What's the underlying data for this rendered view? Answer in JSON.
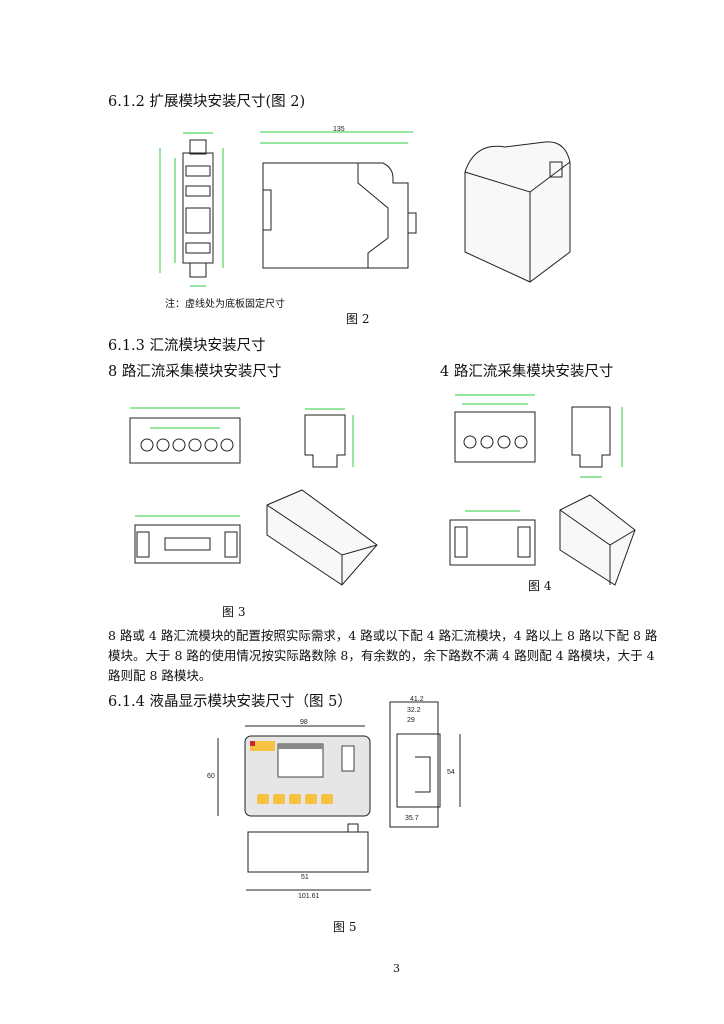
{
  "sections": {
    "s612": "6.1.2 扩展模块安装尺寸(图 2)",
    "s613": "6.1.3 汇流模块安装尺寸",
    "s613_8": "8 路汇流采集模块安装尺寸",
    "s613_4": "4 路汇流采集模块安装尺寸",
    "s614": "6.1.4 液晶显示模块安装尺寸（图 5）"
  },
  "fig2": {
    "note": "注：虚线处为底板固定尺寸",
    "caption": "图 2",
    "dims": {
      "overall": "135"
    }
  },
  "fig3": {
    "caption": "图 3"
  },
  "fig4": {
    "caption": "图 4"
  },
  "paragraph": "8 路或 4 路汇流模块的配置按照实际需求，4 路或以下配 4 路汇流模块，4 路以上 8 路以下配 8 路模块。大于 8 路的使用情况按实际路数除 8，有余数的，余下路数不满 4 路则配 4 路模块，大于 4 路则配 8 路模块。",
  "fig5": {
    "caption": "图 5",
    "dims": {
      "width": "98",
      "height": "60",
      "depth_total": "41.2",
      "depth_a": "32.2",
      "depth_b": "29",
      "side_height": "54",
      "side_base": "35.7",
      "bottom_inner": "51",
      "bottom_total": "101.61"
    }
  },
  "colors": {
    "dimension": "#2ecc40",
    "accent_yellow": "#f5c242",
    "brand_red": "#d0262c"
  },
  "page_number": "3"
}
